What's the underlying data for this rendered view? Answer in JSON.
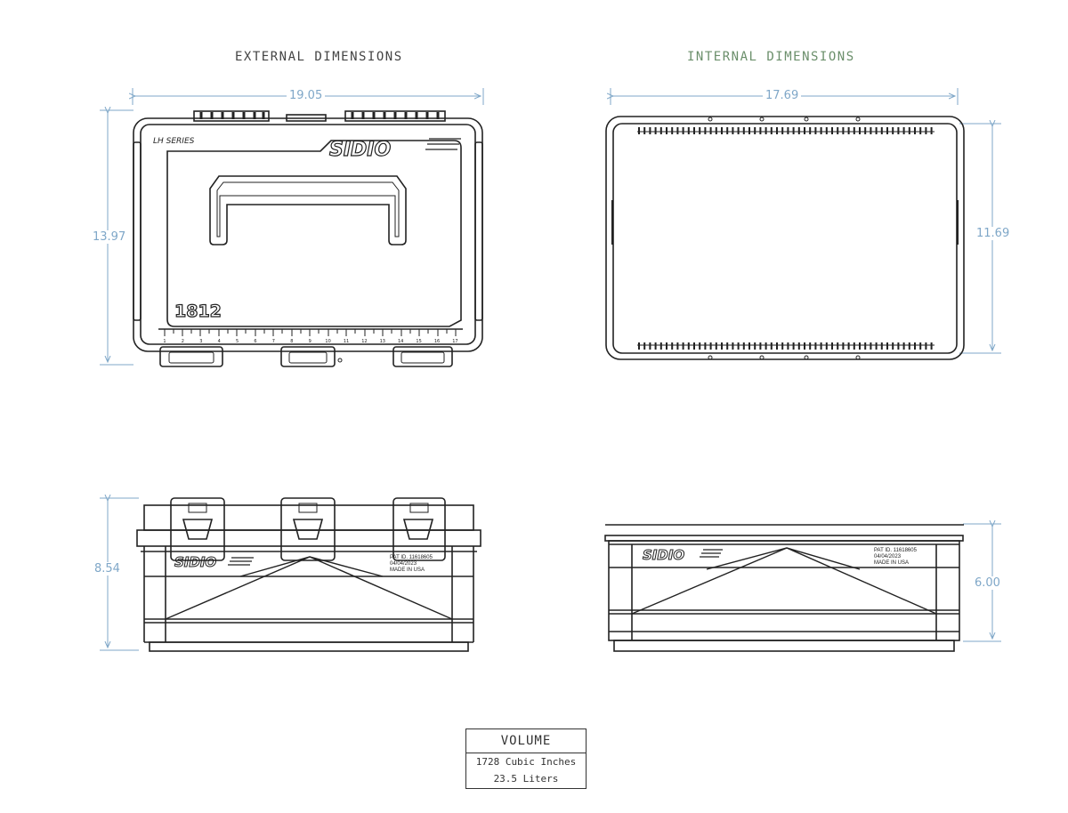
{
  "titles": {
    "external": "EXTERNAL DIMENSIONS",
    "internal": "INTERNAL DIMENSIONS"
  },
  "external_top": {
    "width": "19.05",
    "height": "13.97",
    "series_label": "LH SERIES",
    "brand": "SIDIO",
    "model": "1812",
    "ruler_numbers": [
      "1",
      "2",
      "3",
      "4",
      "5",
      "6",
      "7",
      "8",
      "9",
      "10",
      "11",
      "12",
      "13",
      "14",
      "15",
      "16",
      "17"
    ]
  },
  "internal_top": {
    "width": "17.69",
    "height": "11.69"
  },
  "external_side": {
    "height": "8.54",
    "brand": "SIDIO",
    "pat_id": "PAT ID. 11618605",
    "date": "04/04/2023",
    "made_in": "MADE IN USA"
  },
  "internal_side": {
    "height": "6.00",
    "brand": "SIDIO",
    "pat_id": "PAT ID. 11618605",
    "date": "04/04/2023",
    "made_in": "MADE IN USA"
  },
  "volume": {
    "header": "VOLUME",
    "cubic_inches": "1728 Cubic Inches",
    "liters": "23.5 Liters"
  },
  "colors": {
    "line": "#222222",
    "dimension": "#7fa7c8"
  }
}
